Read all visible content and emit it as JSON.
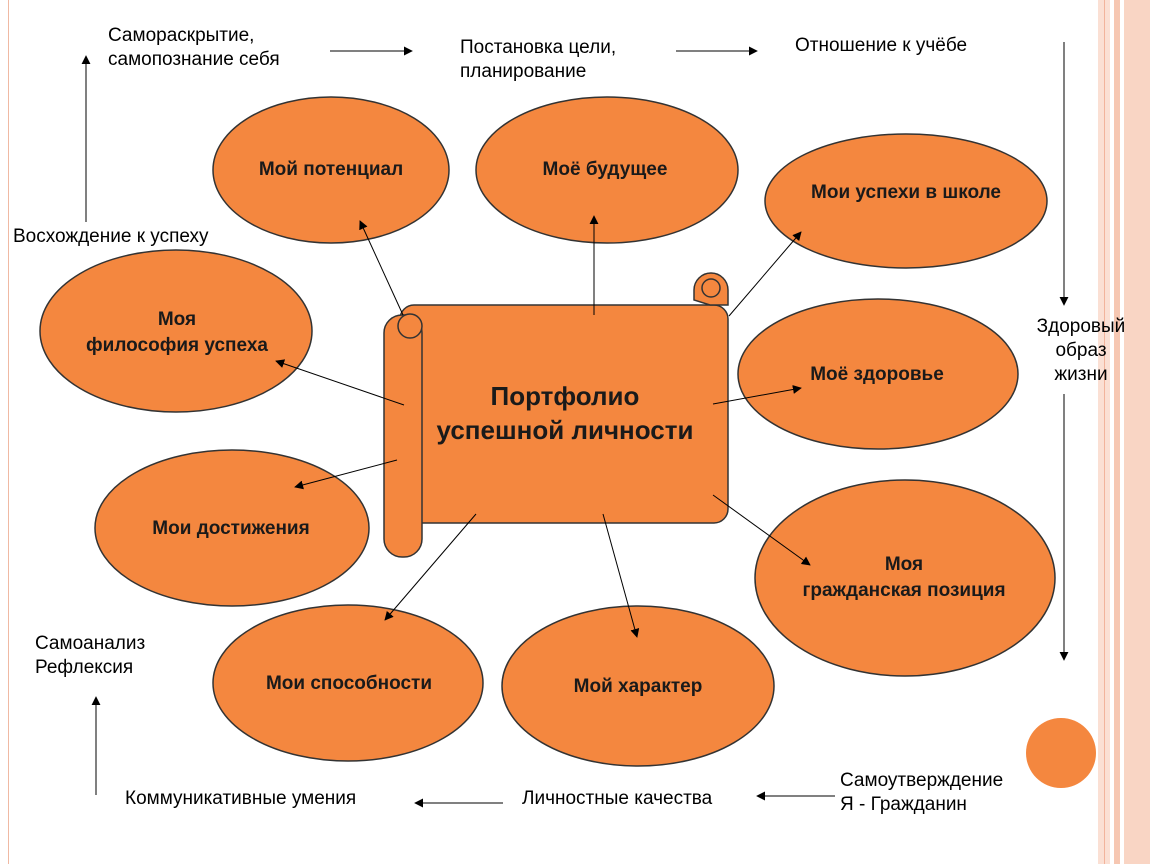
{
  "colors": {
    "oval_fill": "#f4873f",
    "oval_stroke": "#333333",
    "accent_circle": "#f4873f"
  },
  "center": {
    "title": "Портфолио\nуспешной личности"
  },
  "ovals": {
    "potential": "Мой потенциал",
    "future": "Моё будущее",
    "school_success": "Мои успехи в школе",
    "philosophy": "Моя\nфилософия успеха",
    "health": "Моё здоровье",
    "achievements": "Мои достижения",
    "civic": "Моя\nгражданская позиция",
    "abilities": "Мои способности",
    "character": "Мой характер"
  },
  "labels": {
    "self_disclosure": "Самораскрытие,\nсамопознание себя",
    "goal_setting": "Постановка цели,\nпланирование",
    "attitude_study": "Отношение к учёбе",
    "ascent": "Восхождение к успеху",
    "healthy_life": "Здоровый\nобраз\nжизни",
    "self_analysis": "Самоанализ\nРефлексия",
    "communication": "Коммуникативные умения",
    "personal_qualities": "Личностные качества",
    "self_affirmation": "Самоутверждение\nЯ - Гражданин"
  }
}
